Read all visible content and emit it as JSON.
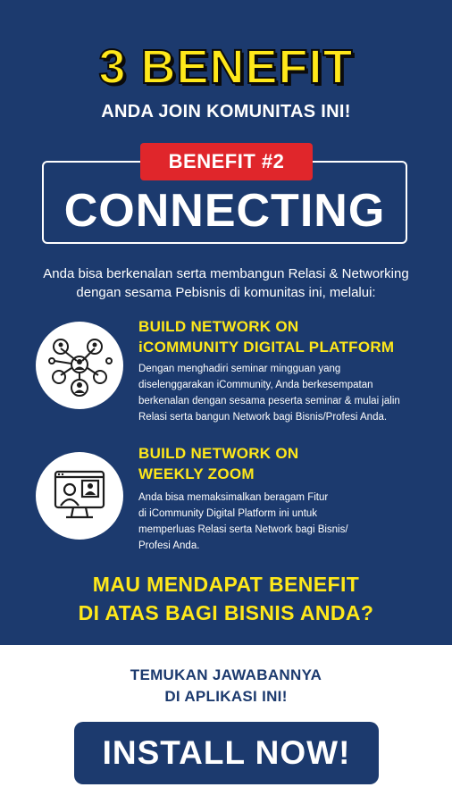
{
  "colors": {
    "background_navy": "#1c3a6e",
    "accent_yellow": "#ffe81a",
    "tag_red": "#e0262b",
    "white": "#ffffff"
  },
  "header": {
    "headline": "3 BENEFIT",
    "subheadline": "ANDA JOIN KOMUNITAS INI!"
  },
  "benefit": {
    "tag": "BENEFIT #2",
    "title": "CONNECTING"
  },
  "intro": {
    "line1": "Anda bisa berkenalan serta membangun Relasi & Networking",
    "line2": "dengan sesama Pebisnis di komunitas ini, melalui:"
  },
  "items": [
    {
      "icon": "network-people-icon",
      "title_line1": "BUILD NETWORK ON",
      "title_line2": "iCOMMUNITY DIGITAL PLATFORM",
      "desc_lines": [
        "Dengan menghadiri seminar mingguan yang",
        "diselenggarakan iCommunity, Anda berkesempatan",
        "berkenalan dengan sesama peserta seminar & mulai jalin",
        "Relasi serta bangun Network bagi Bisnis/Profesi Anda."
      ]
    },
    {
      "icon": "video-call-icon",
      "title_line1": "BUILD NETWORK ON",
      "title_line2": "WEEKLY ZOOM",
      "desc_lines": [
        "Anda bisa memaksimalkan beragam Fitur",
        "di iCommunity Digital Platform ini untuk",
        "memperluas Relasi serta Network bagi Bisnis/",
        "Profesi Anda."
      ]
    }
  ],
  "question": {
    "line1": "MAU MENDAPAT BENEFIT",
    "line2": "DI ATAS BAGI BISNIS ANDA?"
  },
  "cta": {
    "find_line1": "TEMUKAN JAWABANNYA",
    "find_line2": "DI APLIKASI INI!",
    "button_label": "INSTALL NOW!"
  }
}
